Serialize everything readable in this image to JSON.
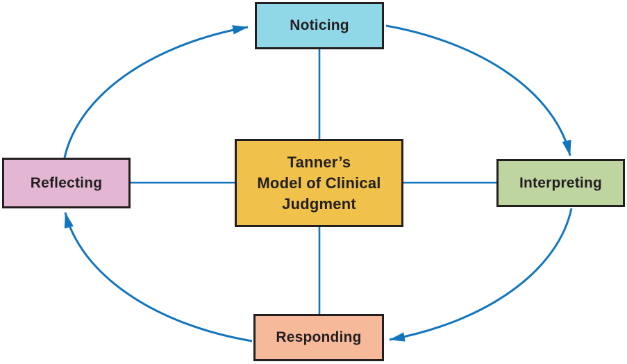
{
  "diagram": {
    "title": "Tanner’s Model of Clinical Judgment",
    "center": {
      "label": "Tanner’s Model of Clinical Judgment",
      "label_lines": [
        "Tanner’s",
        "Model of Clinical",
        "Judgment"
      ]
    },
    "nodes": [
      {
        "id": "noticing",
        "label": "Noticing",
        "position": "top"
      },
      {
        "id": "interpreting",
        "label": "Interpreting",
        "position": "right"
      },
      {
        "id": "responding",
        "label": "Responding",
        "position": "bottom"
      },
      {
        "id": "reflecting",
        "label": "Reflecting",
        "position": "left"
      }
    ],
    "arrows": [
      {
        "from": "Reflecting",
        "to": "Noticing"
      },
      {
        "from": "Noticing",
        "to": "Interpreting"
      },
      {
        "from": "Interpreting",
        "to": "Responding"
      },
      {
        "from": "Responding",
        "to": "Reflecting"
      }
    ]
  },
  "colors": {
    "background": "#FFFFFF",
    "ink": "#231F20",
    "arrow-blue": "#1375BC",
    "noticing-fill": "#90D8E8",
    "interpreting-fill": "#BED5A0",
    "responding-fill": "#F6BA9B",
    "reflecting-fill": "#E3B7D4",
    "center-fill": "#F0C24B"
  }
}
